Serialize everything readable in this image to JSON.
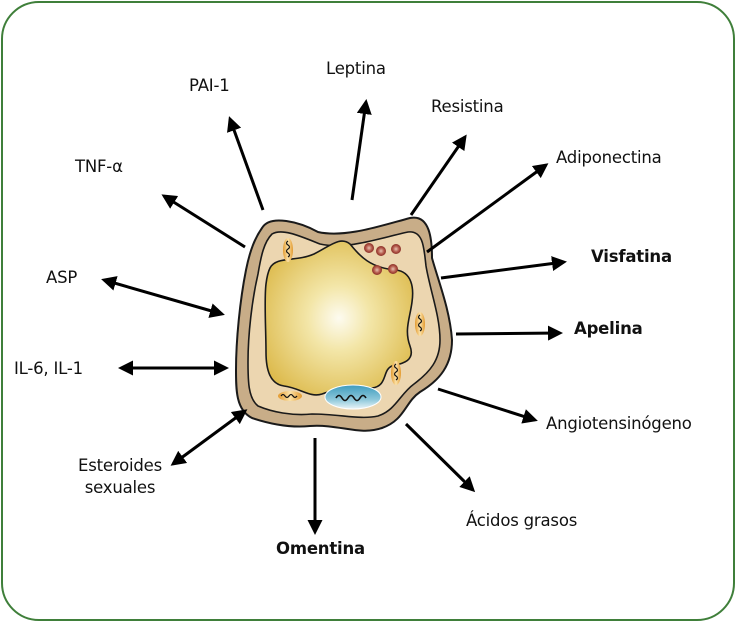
{
  "title": "Adipocyte secreted factors",
  "colors": {
    "border": "#3f7f3a",
    "cell_outer": "#c8ad88",
    "cytoplasm": "#ecd6b0",
    "lipid_droplet": "#e6c651",
    "nucleus": "#59acc8",
    "granules": "#a0453a",
    "mitochondria": "#e6a33a",
    "arrow": "#000000"
  },
  "labels": {
    "pai1": "PAI-1",
    "leptina": "Leptina",
    "resistina": "Resistina",
    "adiponectina": "Adiponectina",
    "tnf": "TNF-α",
    "visfatina": "Visfatina",
    "asp": "ASP",
    "apelina": "Apelina",
    "il": "IL-6, IL-1",
    "angiotensinogeno": "Angiotensinógeno",
    "esteroides_1": "Esteroides",
    "esteroides_2": "sexuales",
    "acidos": "Ácidos grasos",
    "omentina": "Omentina"
  }
}
